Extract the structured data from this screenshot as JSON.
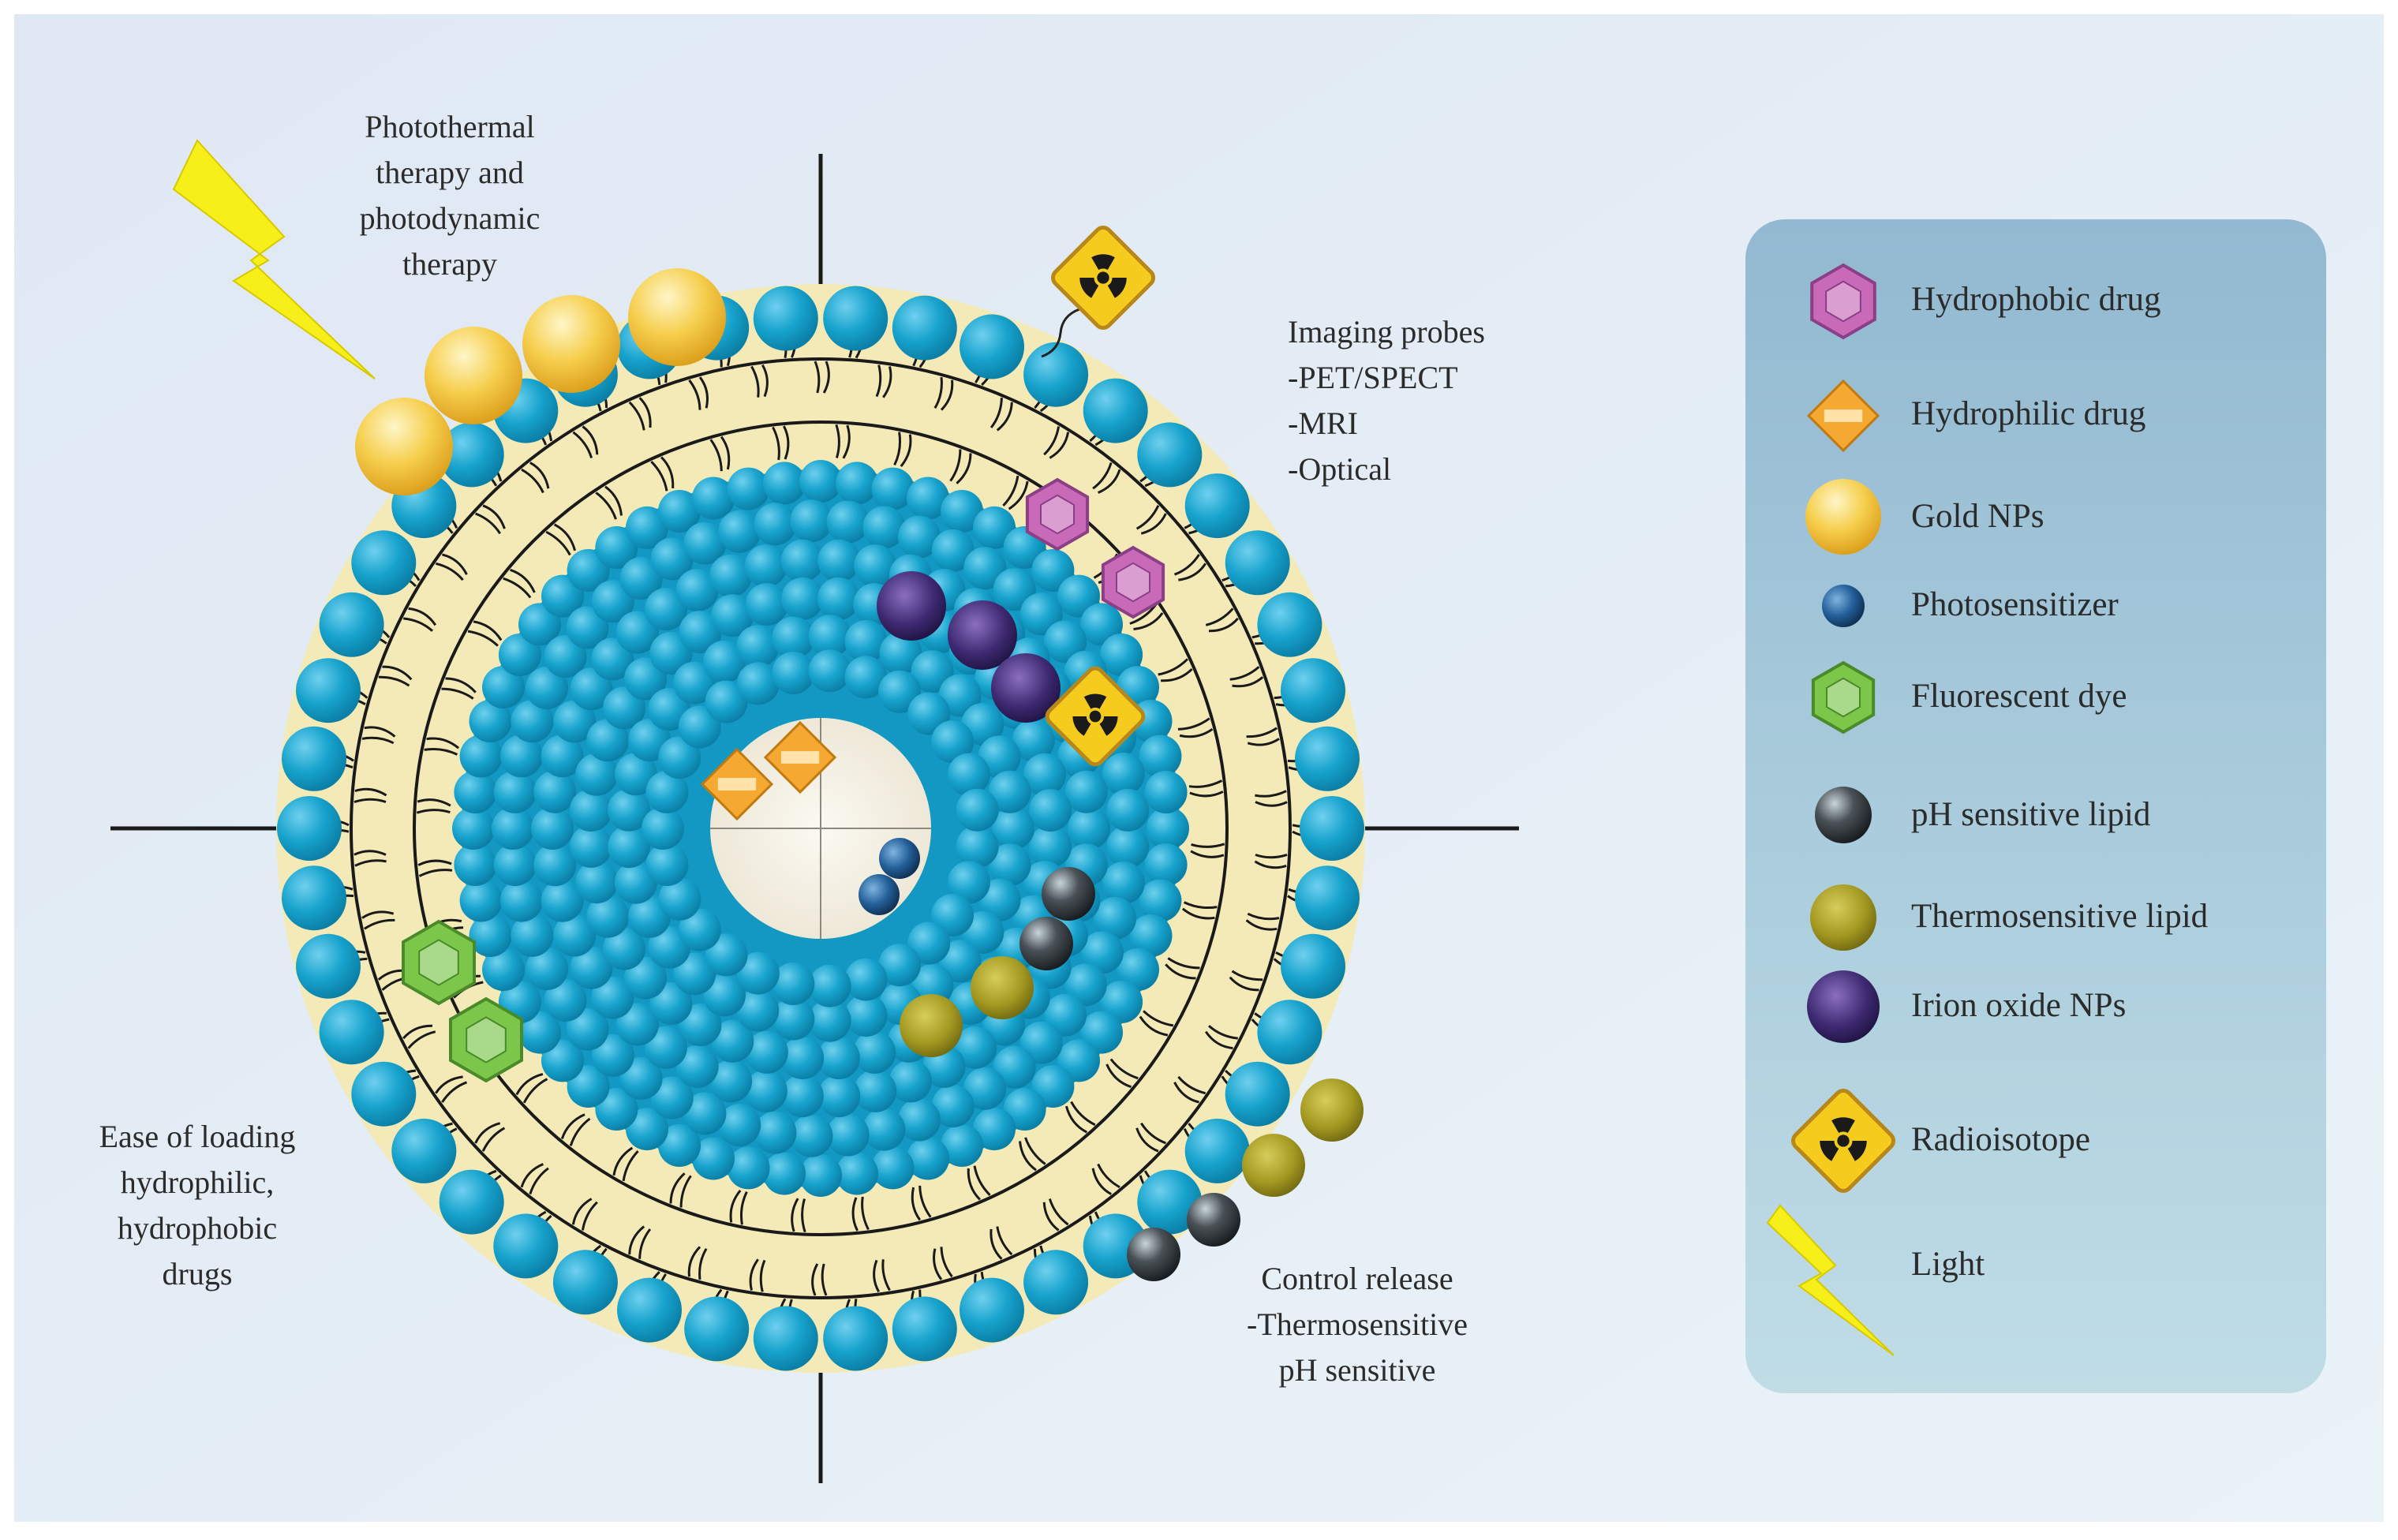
{
  "annotations": {
    "phototherapy": [
      "Photothermal",
      "therapy and",
      "photodynamic",
      "therapy"
    ],
    "imaging": [
      "Imaging probes",
      "-PET/SPECT",
      "-MRI",
      "-Optical"
    ],
    "loading": [
      "Ease of loading",
      "hydrophilic,",
      "hydrophobic",
      "drugs"
    ],
    "release": [
      "Control release",
      "-Thermosensitive",
      "pH sensitive"
    ]
  },
  "legend": {
    "items": [
      {
        "label": "Hydrophobic drug",
        "icon": "hydrophobic-drug-icon"
      },
      {
        "label": "Hydrophilic drug",
        "icon": "hydrophilic-drug-icon"
      },
      {
        "label": "Gold NPs",
        "icon": "gold-np-icon"
      },
      {
        "label": "Photosensitizer",
        "icon": "photosensitizer-icon"
      },
      {
        "label": "Fluorescent dye",
        "icon": "fluorescent-dye-icon"
      },
      {
        "label": "pH sensitive lipid",
        "icon": "ph-lipid-icon"
      },
      {
        "label": "Thermosensitive lipid",
        "icon": "thermo-lipid-icon"
      },
      {
        "label": "Irion oxide NPs",
        "icon": "iron-oxide-icon"
      },
      {
        "label": "Radioisotope",
        "icon": "radioisotope-icon"
      },
      {
        "label": "Light",
        "icon": "lightning-icon"
      }
    ]
  },
  "colors": {
    "background": "#e3ebf4",
    "lipid_head": "#1aa6cf",
    "membrane_fill": "#f4eab8",
    "core": "#f5f1e6",
    "gold": "#f5cc45",
    "hydrophobic_drug": "#c86ab8",
    "hydrophilic_drug": "#f5a832",
    "fluorescent_dye": "#7cc64a",
    "iron_oxide": "#4a2f7a",
    "thermo_lipid": "#a8a028",
    "ph_lipid": "#3f4448",
    "photosensitizer": "#1f5a8c",
    "radioisotope": "#f5cc1e",
    "lightning": "#f7ef1a",
    "legend_panel": "#9dc2d6"
  }
}
